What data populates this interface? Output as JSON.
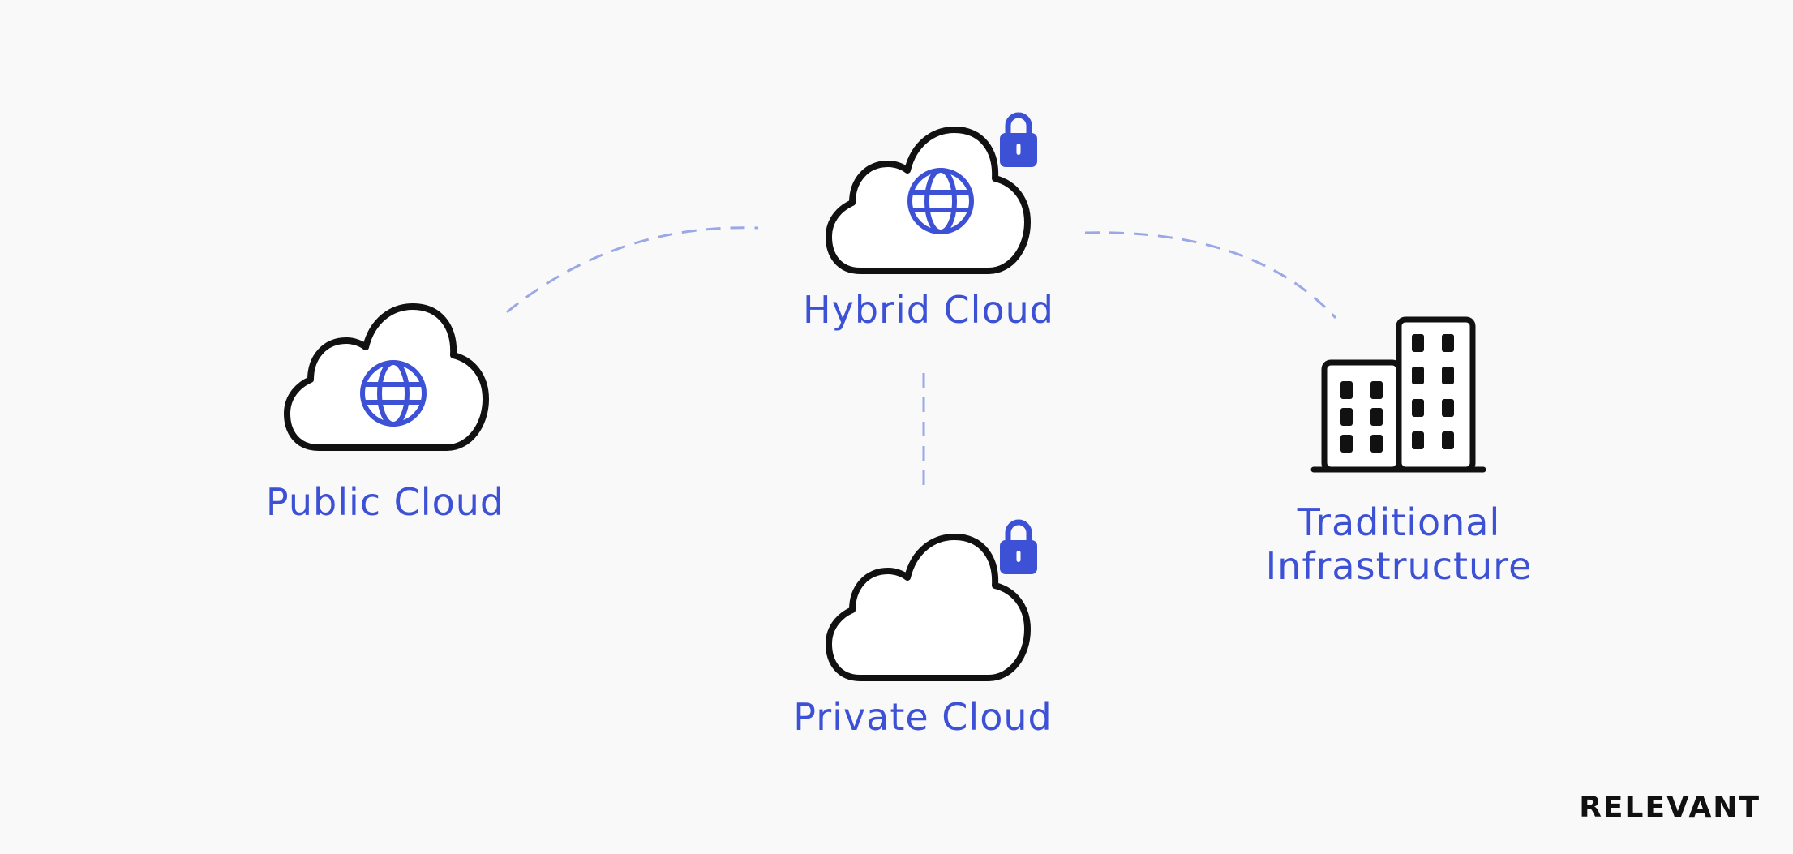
{
  "nodes": {
    "public_cloud": {
      "label": "Public Cloud",
      "icon": "cloud-globe-icon"
    },
    "hybrid_cloud": {
      "label": "Hybrid Cloud",
      "icon": "cloud-globe-lock-icon"
    },
    "private_cloud": {
      "label": "Private Cloud",
      "icon": "cloud-lock-icon"
    },
    "traditional_infrastructure": {
      "label_line1": "Traditional",
      "label_line2": "Infrastructure",
      "icon": "office-building-icon"
    }
  },
  "connectors": [
    {
      "from": "public_cloud",
      "to": "hybrid_cloud",
      "style": "dashed"
    },
    {
      "from": "hybrid_cloud",
      "to": "traditional_infrastructure",
      "style": "dashed"
    },
    {
      "from": "hybrid_cloud",
      "to": "private_cloud",
      "style": "dashed"
    }
  ],
  "brand": {
    "text": "RELEVANT"
  },
  "colors": {
    "background": "#f9f9f9",
    "accent": "#3d51d6",
    "connector": "#9aa8e8",
    "outline": "#111111"
  }
}
